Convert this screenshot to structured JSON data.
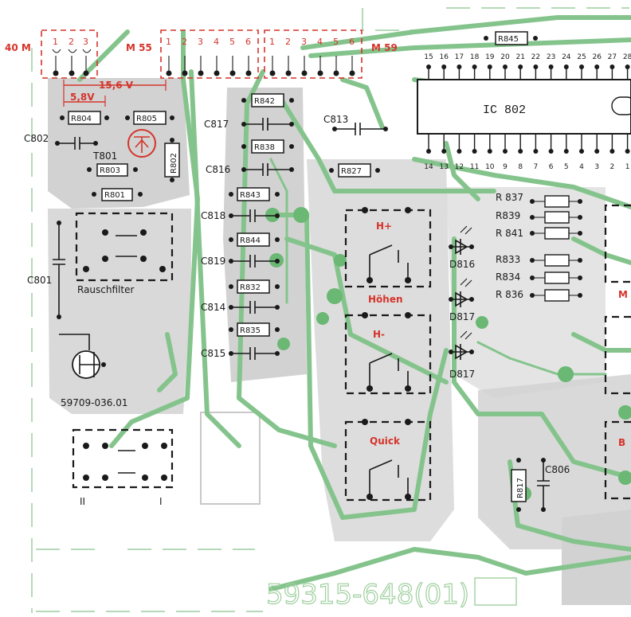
{
  "connectors": {
    "m40": {
      "label": "40 M",
      "pins": [
        "1",
        "2",
        "3"
      ]
    },
    "m55": {
      "label": "M 55",
      "pins": [
        "1",
        "2",
        "3",
        "4",
        "5",
        "6"
      ]
    },
    "m59": {
      "label": "M 59",
      "pins": [
        "1",
        "2",
        "3",
        "4",
        "5",
        "6"
      ]
    }
  },
  "voltages": {
    "v1": "15,6 V",
    "v2": "5,8V"
  },
  "components": {
    "r804": "R804",
    "r805": "R805",
    "c802": "C802",
    "t801": "T801",
    "r802": "R802",
    "r803": "R803",
    "r801": "R801",
    "c801": "C801",
    "r842": "R842",
    "c817": "C817",
    "r838": "R838",
    "c816": "C816",
    "r843": "R843",
    "c818": "C818",
    "r844": "R844",
    "c819": "C819",
    "r832": "R832",
    "c814": "C814",
    "r835": "R835",
    "c815": "C815",
    "c813": "C813",
    "r827": "R827",
    "r845": "R845",
    "r837": "R 837",
    "r839": "R839",
    "r841": "R 841",
    "r833": "R833",
    "r834": "R834",
    "r836": "R 836",
    "r817": "R817",
    "c806": "C806"
  },
  "ic": {
    "label": "IC 802",
    "top_pins": [
      "15",
      "16",
      "17",
      "18",
      "19",
      "20",
      "21",
      "22",
      "23",
      "24",
      "25",
      "26",
      "27",
      "28"
    ],
    "bottom_pins": [
      "14",
      "13",
      "12",
      "11",
      "10",
      "9",
      "8",
      "7",
      "6",
      "5",
      "4",
      "3",
      "2",
      "1"
    ]
  },
  "switches": {
    "h_plus": "H+",
    "hohen": "Höhen",
    "h_minus": "H-",
    "quick": "Quick",
    "right_a": "M",
    "right_b": "B"
  },
  "leds": {
    "d816": "D816",
    "d817a": "D817",
    "d817b": "D817"
  },
  "labels": {
    "rauschfilter": "Rauschfilter",
    "jack_part": "59709-036.01",
    "switch_ii": "II",
    "switch_i": "I",
    "board_part": "59315-648(01)"
  },
  "colors": {
    "copper_gray": "#d2d2d2",
    "trace_green": "#84c48c",
    "annotation_red": "#d4342b",
    "ink": "#1a1a1a"
  }
}
